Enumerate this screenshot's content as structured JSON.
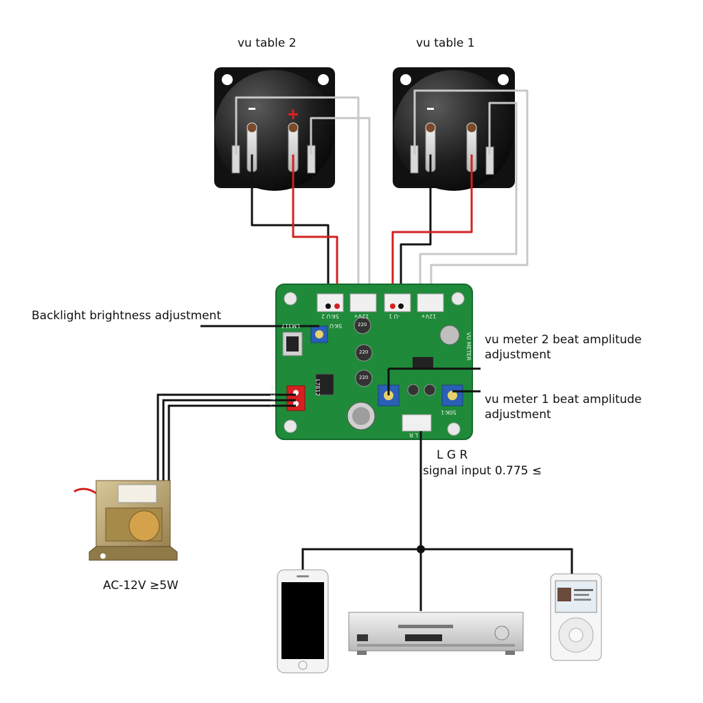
{
  "labels": {
    "vu_table_2": "vu table 2",
    "vu_table_1": "vu table 1",
    "backlight": "Backlight brightness adjustment",
    "vu2_adjust_line1": "vu meter 2 beat amplitude",
    "vu2_adjust_line2": "adjustment",
    "vu1_adjust_line1": "vu meter 1 beat amplitude",
    "vu1_adjust_line2": "adjustment",
    "lgr": "L G R",
    "signal_input": "signal input 0.775 ≤",
    "ac_power": "AC-12V ≥5W"
  },
  "meter_terminals": {
    "minus": "-",
    "plus": "+"
  },
  "board_silkscreen": {
    "connector_vu2": "5K-U 2",
    "connector_12v_a": "12V+",
    "connector_vu1": "-U 1",
    "connector_12v_b": "12V+",
    "regulator": "LM317",
    "pot_backlight": "5K-U",
    "vu_meter_text": "VU METER",
    "l7812": "L7812",
    "ac_input": "AC12-18",
    "input_connector": "L R",
    "pot_50k": "50K-1",
    "cap_220_a": "220",
    "cap_220_b": "220",
    "cap_220_c": "220"
  },
  "colors": {
    "board_green": "#1f8a3a",
    "positive_wire": "#d42020",
    "negative_wire": "#111111",
    "lamp_wire": "#c8c8c8",
    "pot_blue": "#2a5fb8"
  },
  "devices": [
    "phone",
    "cd-player",
    "ipod"
  ]
}
